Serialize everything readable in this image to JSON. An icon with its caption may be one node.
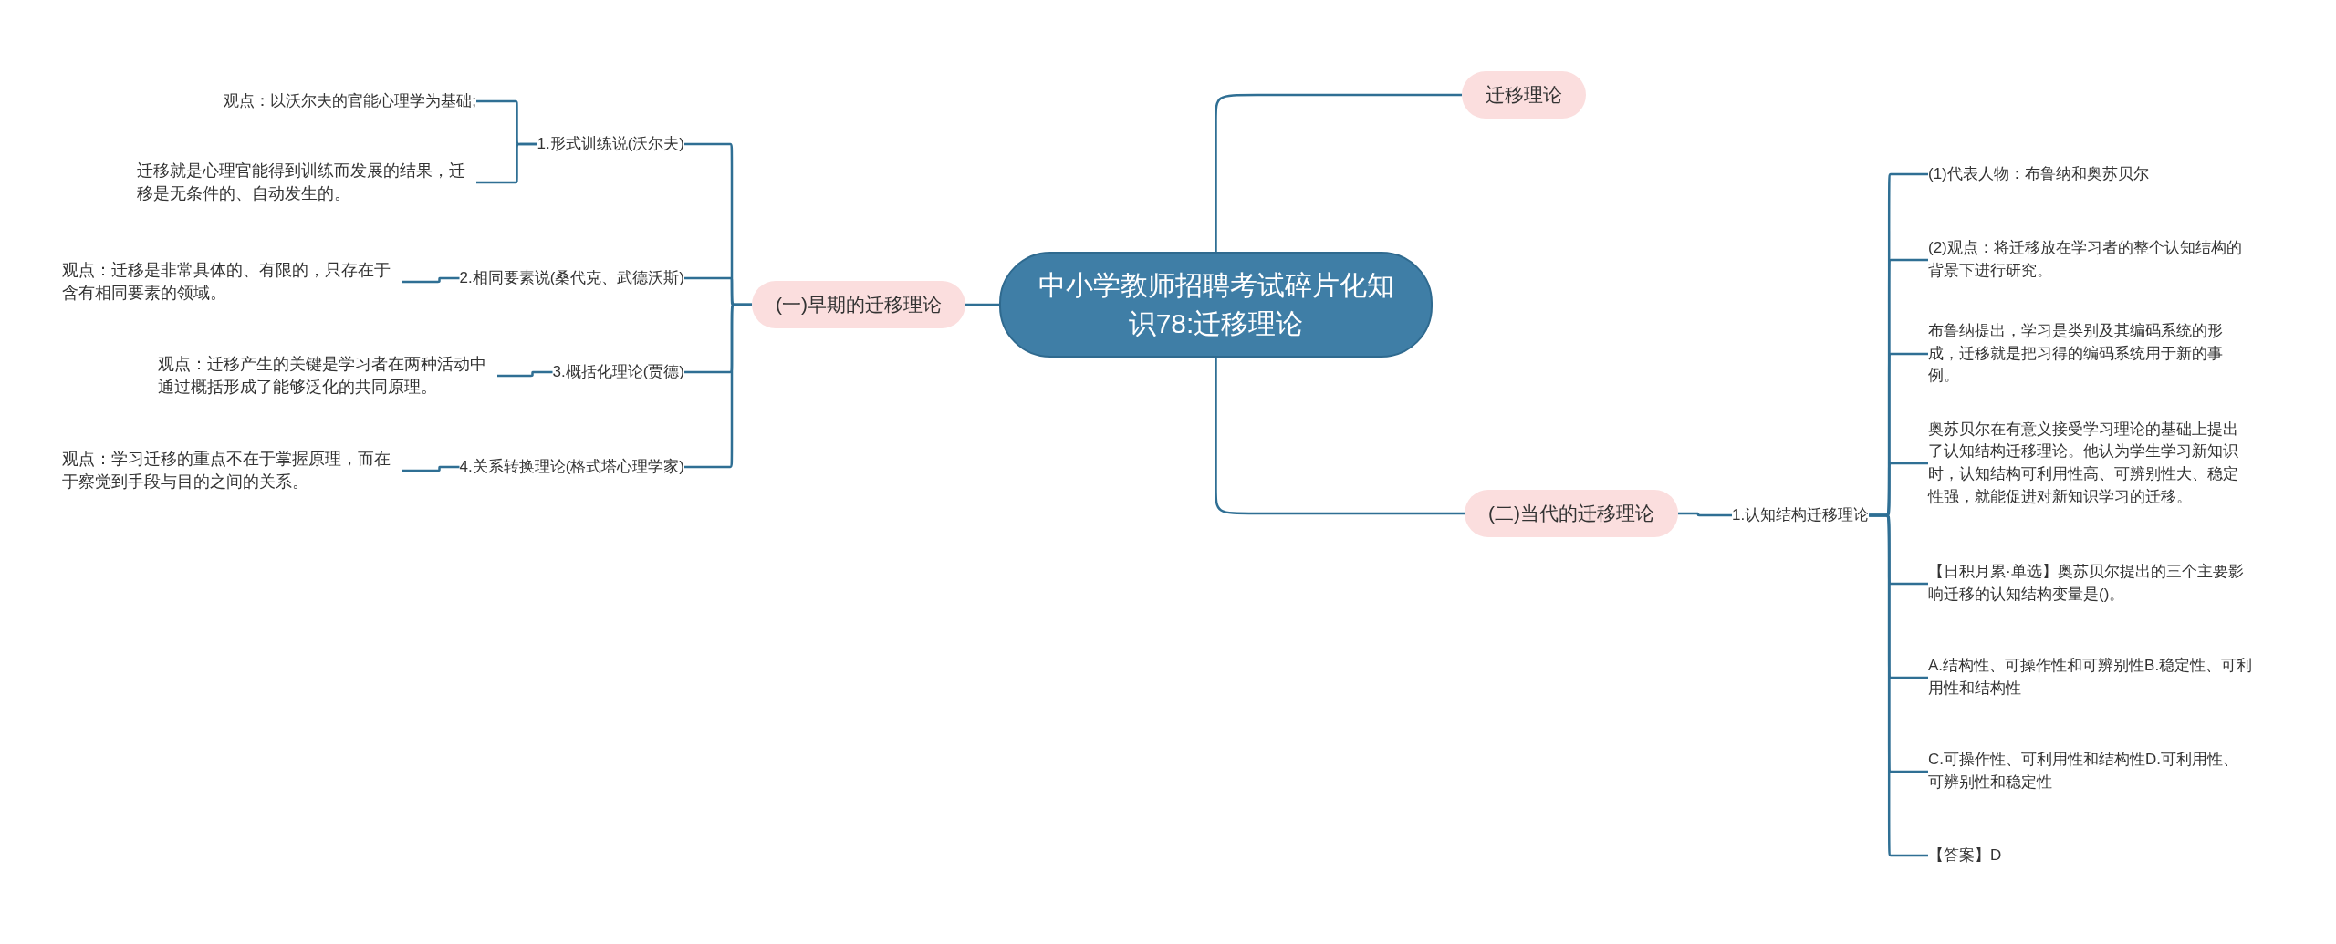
{
  "diagram": {
    "nodes": [
      {
        "text": [
          "中小学教师招聘考试碎片化知识78:迁移理论"
        ]
      },
      {
        "text": [
          "迁移理论"
        ]
      },
      {
        "text": [
          "(二)当代的迁移理论"
        ]
      },
      {
        "text": [
          "(一)早期的迁移理论"
        ]
      },
      {
        "text": [
          "1.形式训练说(沃尔夫)"
        ]
      },
      {
        "text": [
          "观点：以沃尔夫的官能心理学为基础;"
        ]
      },
      {
        "text": [
          "迁移就是心理官能得到训练而发展的结果，迁移是无条件的、自动发生的。"
        ]
      },
      {
        "text": [
          "2.相同要素说(桑代克、武德沃斯)"
        ]
      },
      {
        "text": [
          "观点：迁移是非常具体的、有限的，只存在于含有相同要素的领域。"
        ]
      },
      {
        "text": [
          "3.概括化理论(贾德)"
        ]
      },
      {
        "text": [
          "观点：迁移产生的关键是学习者在两种活动中通过概括形成了能够泛化的共同原理。"
        ]
      },
      {
        "text": [
          "4.关系转换理论(格式塔心理学家)"
        ]
      },
      {
        "text": [
          "观点：学习迁移的重点不在于掌握原理，而在于察觉到手段与目的之间的关系。"
        ]
      },
      {
        "text": [
          "1.认知结构迁移理论"
        ]
      },
      {
        "text": [
          "(1)代表人物：布鲁纳和奥苏贝尔"
        ]
      },
      {
        "text": [
          "(2)观点：将迁移放在学习者的整个认知结构的背景下进行研究。"
        ]
      },
      {
        "text": [
          "布鲁纳提出，学习是类别及其编码系统的形成，迁移就是把习得的编码系统用于新的事例。"
        ]
      },
      {
        "text": [
          "奥苏贝尔在有意义接受学习理论的基础上提出了认知结构迁移理论。他认为学生学习新知识时，认知结构可利用性高、可辨别性大、稳定性强，就能促进对新知识学习的迁移。"
        ]
      },
      {
        "text": [
          "【日积月累·单选】奥苏贝尔提出的三个主要影响迁移的认知结构变量是()。"
        ]
      },
      {
        "text": [
          "A.结构性、可操作性和可辨别性B.稳定性、可利用性和结构性"
        ]
      },
      {
        "text": [
          "C.可操作性、可利用性和结构性D.可利用性、可辨别性和稳定性"
        ]
      },
      {
        "text": [
          "【答案】D"
        ]
      }
    ],
    "edges": [
      {
        "from": 0,
        "to": 1,
        "arrow": "none"
      },
      {
        "from": 0,
        "to": 2,
        "arrow": "none"
      },
      {
        "from": 0,
        "to": 3,
        "arrow": "none"
      },
      {
        "from": 3,
        "to": 4,
        "arrow": "none"
      },
      {
        "from": 4,
        "to": 5,
        "arrow": "none"
      },
      {
        "from": 4,
        "to": 6,
        "arrow": "none"
      },
      {
        "from": 3,
        "to": 7,
        "arrow": "none"
      },
      {
        "from": 7,
        "to": 8,
        "arrow": "none"
      },
      {
        "from": 3,
        "to": 9,
        "arrow": "none"
      },
      {
        "from": 9,
        "to": 10,
        "arrow": "none"
      },
      {
        "from": 3,
        "to": 11,
        "arrow": "none"
      },
      {
        "from": 11,
        "to": 12,
        "arrow": "none"
      },
      {
        "from": 2,
        "to": 13,
        "arrow": "none"
      },
      {
        "from": 13,
        "to": 14,
        "arrow": "none"
      },
      {
        "from": 13,
        "to": 15,
        "arrow": "none"
      },
      {
        "from": 13,
        "to": 16,
        "arrow": "none"
      },
      {
        "from": 13,
        "to": 17,
        "arrow": "none"
      },
      {
        "from": 13,
        "to": 18,
        "arrow": "none"
      },
      {
        "from": 13,
        "to": 19,
        "arrow": "none"
      },
      {
        "from": 13,
        "to": 20,
        "arrow": "none"
      },
      {
        "from": 13,
        "to": 21,
        "arrow": "none"
      }
    ]
  }
}
